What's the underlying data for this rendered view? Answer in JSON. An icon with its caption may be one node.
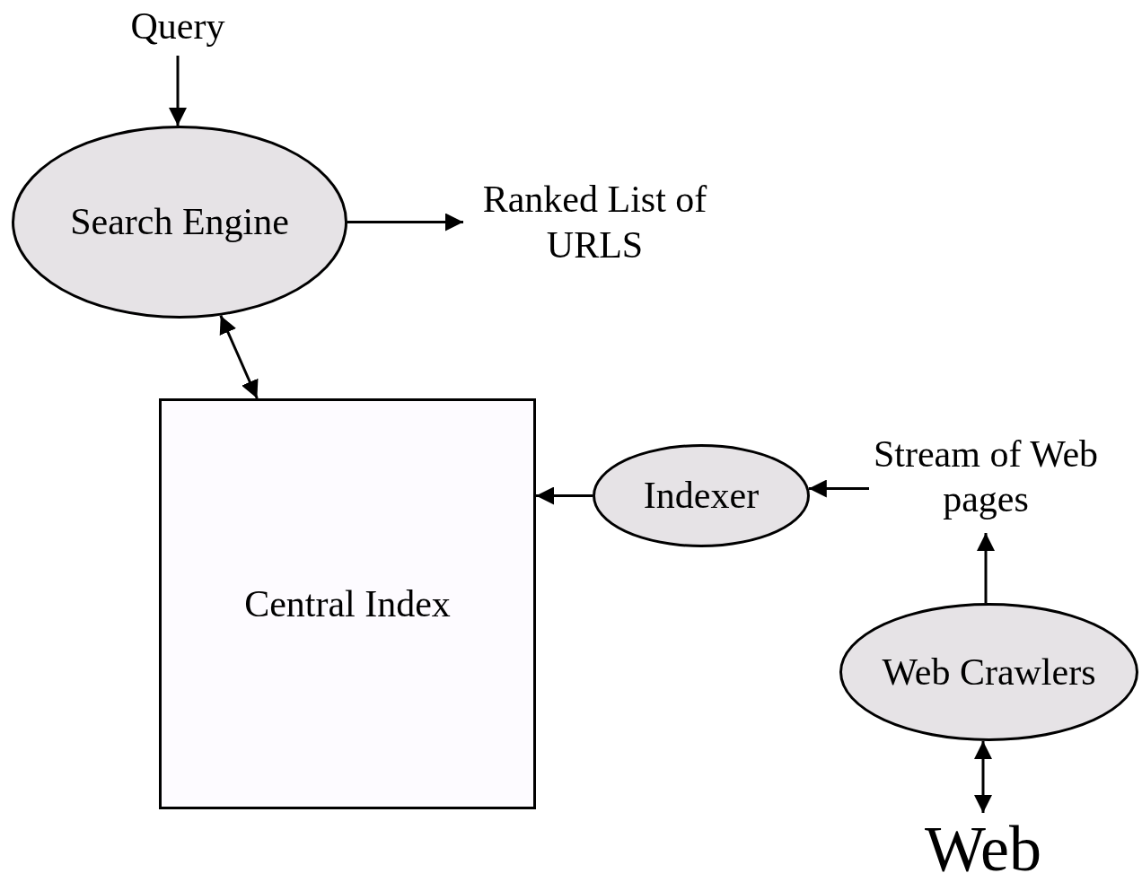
{
  "diagram": {
    "nodes": [
      {
        "text": [
          "Query"
        ]
      },
      {
        "text": [
          "Search Engine"
        ]
      },
      {
        "text": [
          "Ranked List of URLS"
        ]
      },
      {
        "text": [
          "Central Index"
        ]
      },
      {
        "text": [
          "Indexer"
        ]
      },
      {
        "text": [
          "Stream of Web pages"
        ]
      },
      {
        "text": [
          "Web Crawlers"
        ]
      },
      {
        "text": [
          "Web"
        ]
      }
    ],
    "edges": [
      {
        "from": 0,
        "to": 1,
        "arrow": "to"
      },
      {
        "from": 1,
        "to": 2,
        "arrow": "to"
      },
      {
        "from": 1,
        "to": 3,
        "arrow": "both"
      },
      {
        "from": 4,
        "to": 3,
        "arrow": "to"
      },
      {
        "from": 5,
        "to": 4,
        "arrow": "to"
      },
      {
        "from": 6,
        "to": 5,
        "arrow": "to"
      },
      {
        "from": 6,
        "to": 7,
        "arrow": "both"
      }
    ]
  }
}
